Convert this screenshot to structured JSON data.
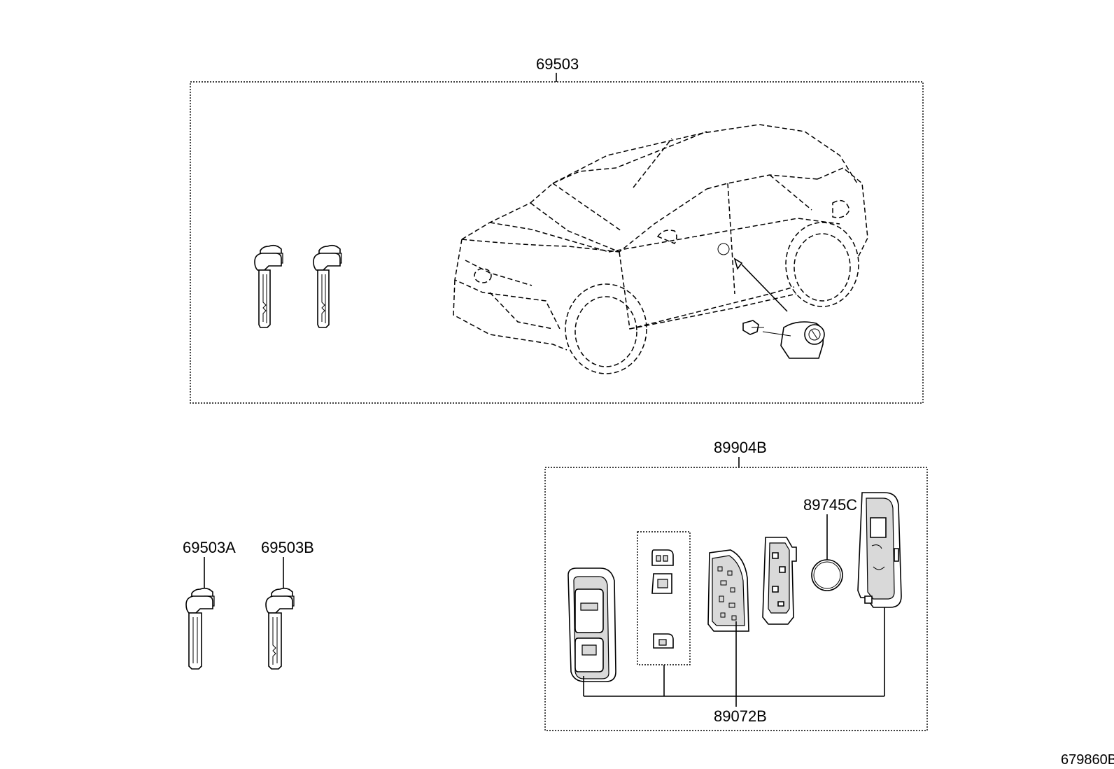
{
  "labels": {
    "kit_top": "69503",
    "key_a": "69503A",
    "key_b": "69503B",
    "transmitter_kit": "89904B",
    "battery": "89745C",
    "transmitter_parts": "89072B",
    "illustration_id": "679860B"
  }
}
